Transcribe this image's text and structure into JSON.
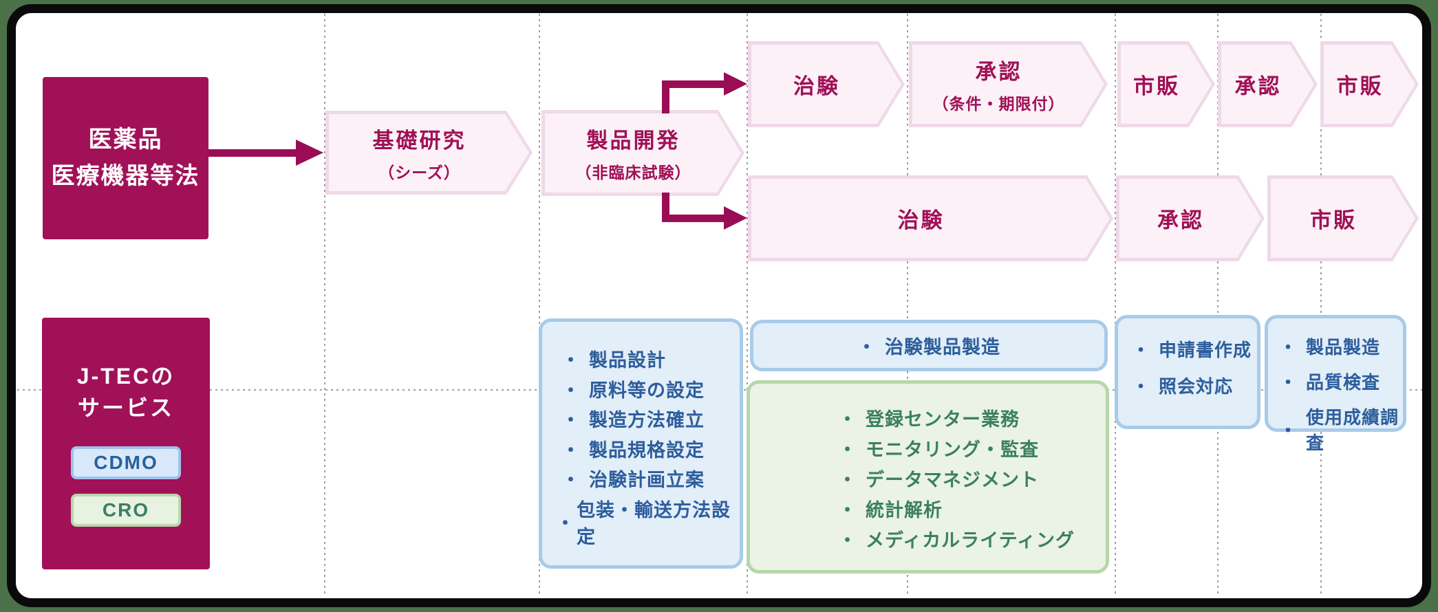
{
  "colors": {
    "outer_bg": "#4b7149",
    "frame": "#0a0a0a",
    "canvas": "#ffffff",
    "magenta": "#a11158",
    "flow_text": "#a01056",
    "arrow": "#9a0d55",
    "chevron_fill": "#fbf1f7",
    "chevron_border": "#efd9e8",
    "blue_fill": "#e2eef8",
    "blue_border": "#a8cbe9",
    "blue_text": "#2d5d9c",
    "green_fill": "#eaf3e5",
    "green_border": "#b6d7a8",
    "green_text": "#3b7f62",
    "cdmo_badge_fill": "#d9e9fa",
    "cdmo_badge_border": "#9fc3ed",
    "cdmo_badge_text": "#28609f",
    "cro_badge_fill": "#e7f2e1",
    "cro_badge_border": "#b8d8aa",
    "cro_badge_text": "#398064",
    "grid": "#9e9e9e"
  },
  "law_box": {
    "line1": "医薬品",
    "line2": "医療機器等法"
  },
  "flow": {
    "basic_research": {
      "title": "基礎研究",
      "subtitle": "（シーズ）"
    },
    "product_dev": {
      "title": "製品開発",
      "subtitle": "（非臨床試験）"
    },
    "fast_track": [
      {
        "title": "治験"
      },
      {
        "title": "承認",
        "subtitle": "（条件・期限付）"
      },
      {
        "title": "市販"
      },
      {
        "title": "承認"
      },
      {
        "title": "市販"
      }
    ],
    "standard": [
      {
        "title": "治験"
      },
      {
        "title": "承認"
      },
      {
        "title": "市販"
      }
    ]
  },
  "jtec": {
    "line1": "J-TECの",
    "line2": "サービス",
    "badge_cdmo": "CDMO",
    "badge_cro": "CRO"
  },
  "services": {
    "bullet": "・",
    "development": [
      "製品設計",
      "原料等の設定",
      "製造方法確立",
      "製品規格設定",
      "治験計画立案",
      "包装・輸送方法設定"
    ],
    "trial_manufacturing": [
      "治験製品製造"
    ],
    "cro": [
      "登録センター業務",
      "モニタリング・監査",
      "データマネジメント",
      "統計解析",
      "メディカルライティング"
    ],
    "application": [
      "申請書作成",
      "照会対応"
    ],
    "post_market": [
      "製品製造",
      "品質検査",
      "使用成績調査"
    ]
  }
}
